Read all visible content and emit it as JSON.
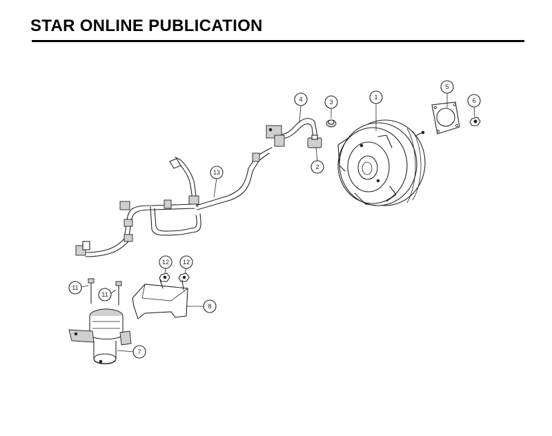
{
  "header": {
    "title": "STAR ONLINE PUBLICATION"
  },
  "callouts": [
    {
      "id": "1",
      "label": "1"
    },
    {
      "id": "2",
      "label": "2"
    },
    {
      "id": "3",
      "label": "3"
    },
    {
      "id": "4",
      "label": "4"
    },
    {
      "id": "5",
      "label": "5"
    },
    {
      "id": "6",
      "label": "6"
    },
    {
      "id": "7",
      "label": "7"
    },
    {
      "id": "8",
      "label": "8"
    },
    {
      "id": "11a",
      "label": "11"
    },
    {
      "id": "11b",
      "label": "11"
    },
    {
      "id": "12a",
      "label": "12"
    },
    {
      "id": "12b",
      "label": "12"
    },
    {
      "id": "13",
      "label": "13"
    }
  ],
  "colors": {
    "line": "#222222",
    "accent": "#000000",
    "background": "#ffffff"
  }
}
